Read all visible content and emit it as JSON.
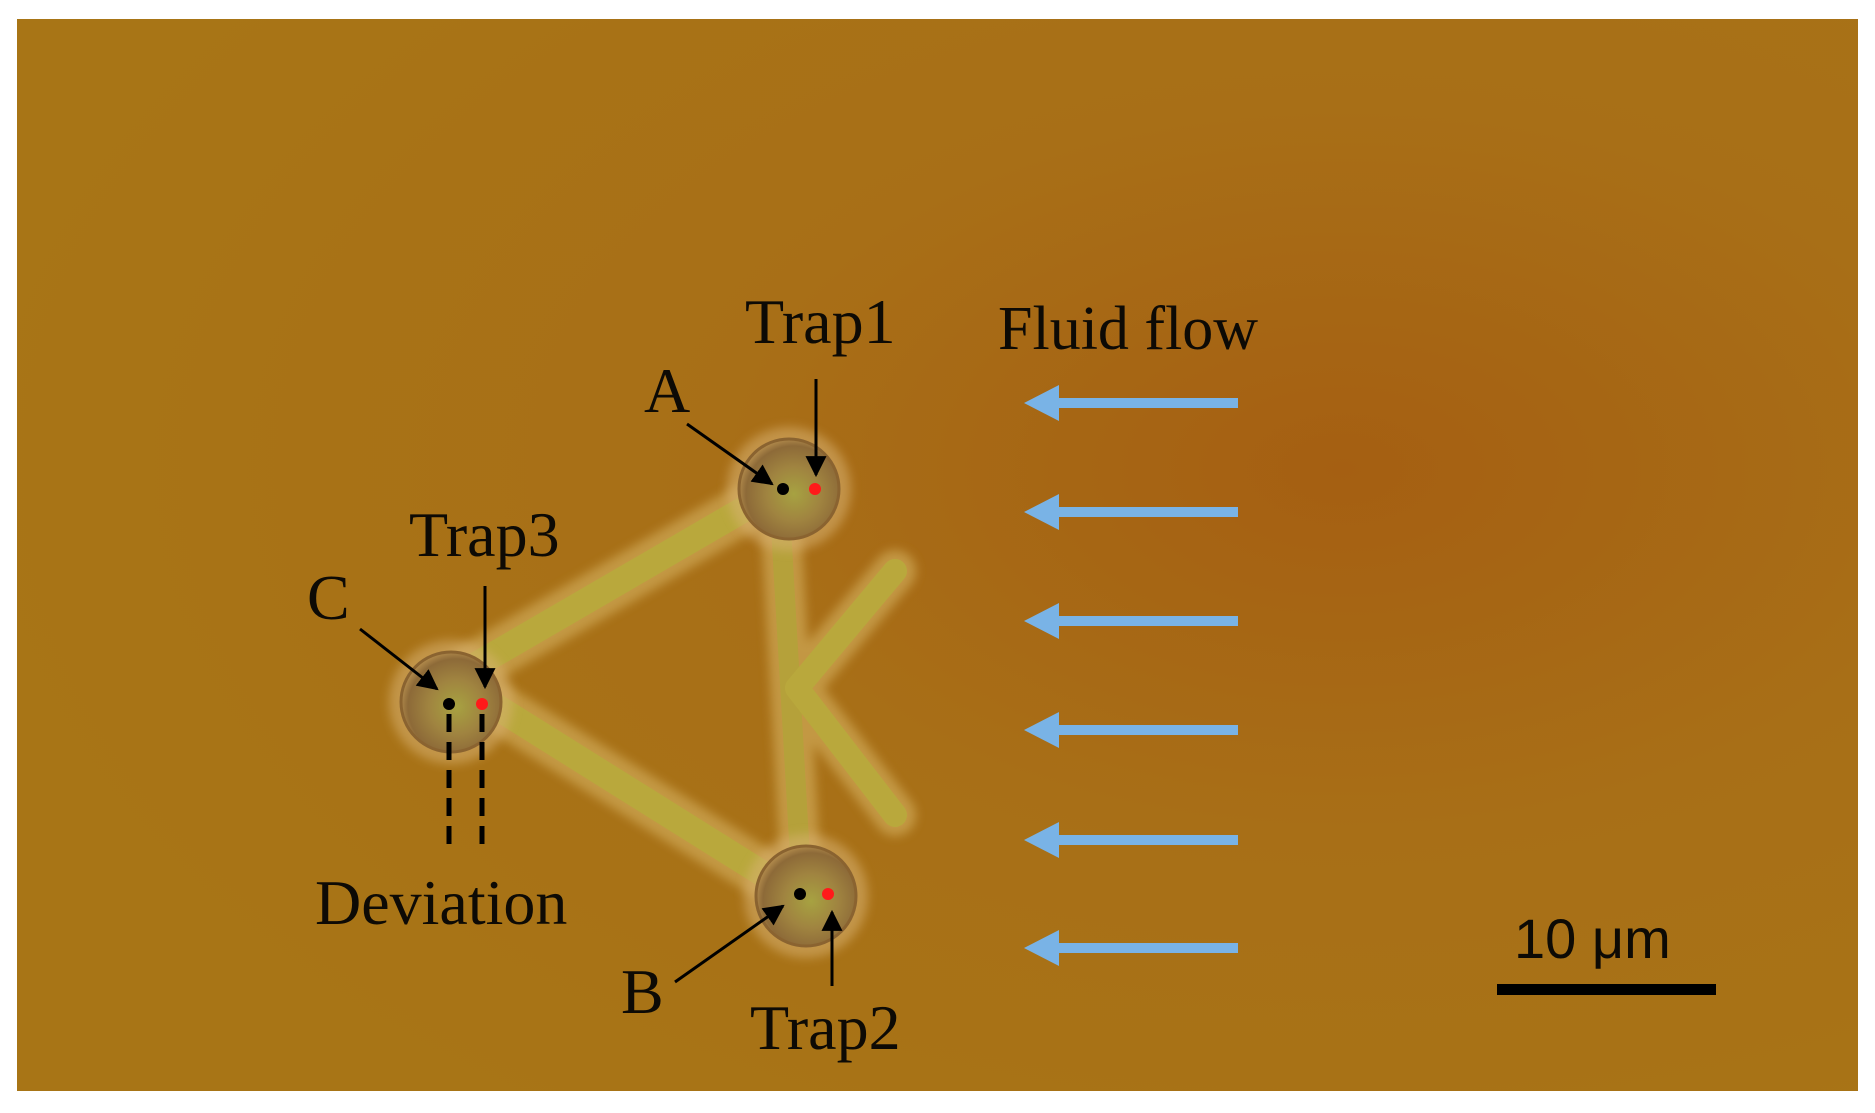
{
  "colors": {
    "background": "#a87516",
    "rod": "#b7a53a",
    "bead": "#9b7a3a",
    "arrow": "#79b3e6",
    "marker_black": "#000000",
    "marker_red": "#ff1a1a",
    "text": "#0d0a05"
  },
  "labels": {
    "trap1": "Trap1",
    "trap2": "Trap2",
    "trap3": "Trap3",
    "point_a": "A",
    "point_b": "B",
    "point_c": "C",
    "flow": "Fluid flow",
    "deviation": "Deviation",
    "scale": "10 μm"
  }
}
